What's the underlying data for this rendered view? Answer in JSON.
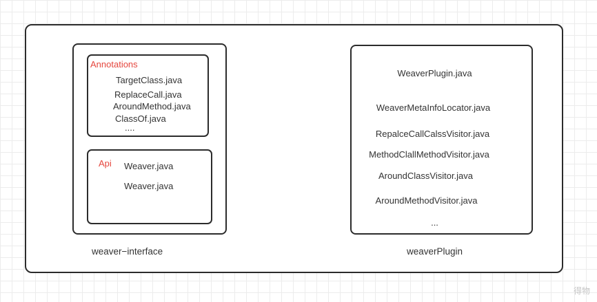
{
  "diagram": {
    "left_module": {
      "label": "weaver−interface",
      "annotations_box": {
        "title": "Annotations",
        "items": [
          "TargetClass.java",
          "ReplaceCall.java",
          "AroundMethod.java",
          "ClassOf.java",
          "...."
        ]
      },
      "api_box": {
        "title": "Api",
        "items": [
          "Weaver.java",
          "Weaver.java"
        ]
      }
    },
    "right_module": {
      "label": "weaverPlugin",
      "items": [
        "WeaverPlugin.java",
        "WeaverMetaInfoLocator.java",
        "RepalceCallCalssVisitor.java",
        "MethodClallMethodVisitor.java",
        "AroundClassVisitor.java",
        "AroundMethodVisitor.java",
        "..."
      ]
    },
    "colors": {
      "accent_red": "#e5463d",
      "border_dark": "#2b2b2b",
      "text": "#333333",
      "grid_line": "#ececec",
      "watermark_gray": "#c6c6c6"
    }
  },
  "watermark": "得物"
}
